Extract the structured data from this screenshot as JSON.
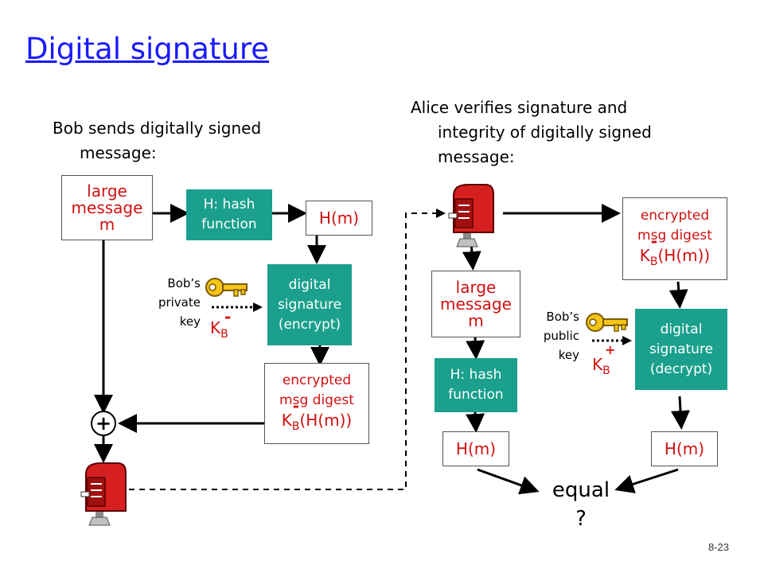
{
  "title": "Digital signature",
  "left": {
    "intro_line1": "Bob sends digitally signed",
    "intro_line2": "message:",
    "large_message": [
      "large",
      "message",
      "m"
    ],
    "hash_function": [
      "H: hash",
      "function"
    ],
    "hm": "H(m)",
    "digital_signature": [
      "digital",
      "signature",
      "(encrypt)"
    ],
    "key_label": [
      "Bob’s",
      "private",
      "key"
    ],
    "key_symbol": "K",
    "key_sub": "B",
    "key_sup": "-",
    "encrypted_digest": [
      "encrypted",
      "msg digest"
    ],
    "encrypted_formula": {
      "k": "K",
      "sup": "-",
      "sub": "B",
      "rest": "(H(m))"
    },
    "plus": "+"
  },
  "right": {
    "intro_line1": "Alice verifies signature and",
    "intro_line2": "integrity of digitally signed",
    "intro_line3": "message:",
    "encrypted_digest": [
      "encrypted",
      "msg digest"
    ],
    "encrypted_formula": {
      "k": "K",
      "sup": "-",
      "sub": "B",
      "rest": "(H(m))"
    },
    "large_message": [
      "large",
      "message",
      "m"
    ],
    "key_label": [
      "Bob’s",
      "public",
      "key"
    ],
    "key_symbol": "K",
    "key_sub": "B",
    "key_sup": "+",
    "digital_signature": [
      "digital",
      "signature",
      "(decrypt)"
    ],
    "hash_function": [
      "H: hash",
      "function"
    ],
    "hm_left": "H(m)",
    "hm_right": "H(m)",
    "equal": "equal",
    "question": "?"
  },
  "page_number": "8-23",
  "colors": {
    "title": "#1a1aff",
    "accent_red": "#d01010",
    "box_teal": "#1aa08c"
  }
}
